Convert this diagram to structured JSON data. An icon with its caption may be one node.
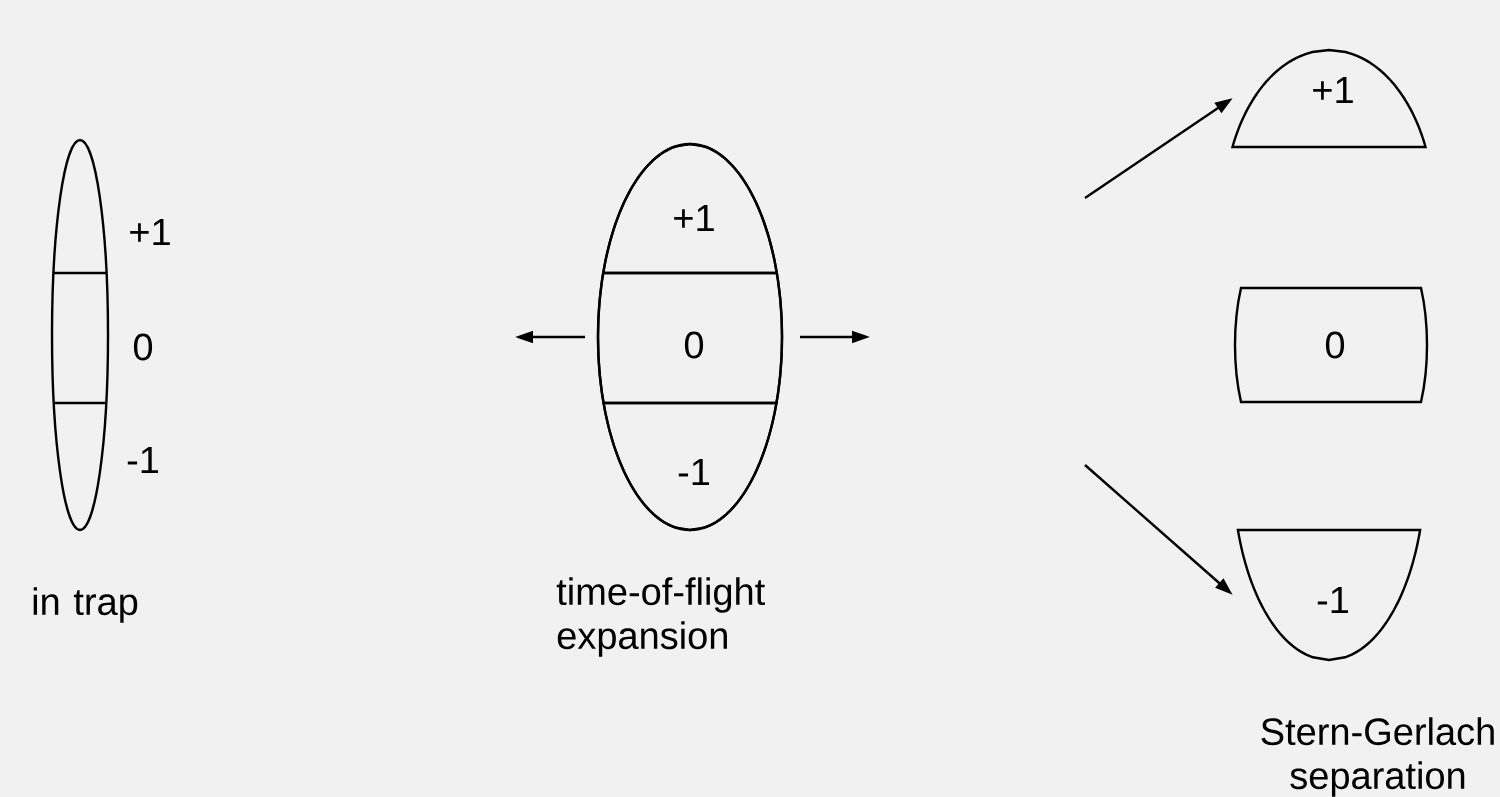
{
  "diagram": {
    "nodes": [
      {
        "text": [],
        "shape": "ellipse",
        "beside": [
          "in trap"
        ]
      },
      {
        "text": [],
        "shape": "ellipse",
        "beside": [
          "time-of-flight expansion"
        ]
      },
      {
        "text": [
          "+1"
        ],
        "in": 1
      },
      {
        "text": [
          "0"
        ],
        "in": 1
      },
      {
        "text": [
          "-1"
        ],
        "in": 1
      },
      {
        "text": [
          "+1"
        ]
      },
      {
        "text": [
          "0"
        ]
      },
      {
        "text": [
          "-1"
        ]
      }
    ],
    "edges": [
      {
        "from": null,
        "to": 5,
        "arrow": "to"
      },
      {
        "from": null,
        "to": 7,
        "arrow": "to"
      }
    ],
    "labels": [
      "+1",
      "0",
      "-1",
      "Stern-Gerlach separation"
    ]
  }
}
